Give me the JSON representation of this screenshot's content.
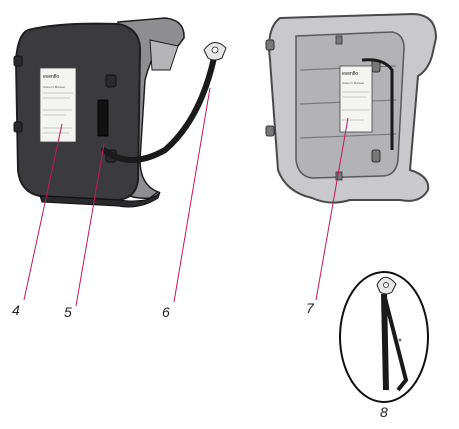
{
  "callouts": [
    {
      "id": "4",
      "text": "4"
    },
    {
      "id": "5",
      "text": "5"
    },
    {
      "id": "6",
      "text": "6"
    },
    {
      "id": "7",
      "text": "7"
    },
    {
      "id": "8",
      "text": "8"
    }
  ],
  "label_card": {
    "brand": "evenflo",
    "heading": "Owner's Manual"
  },
  "colors": {
    "dark_seat": "#3b3b3d",
    "dark_seat_edge": "#1e1e20",
    "gray_seat": "#c9c9cb",
    "gray_seat_edge": "#7a7a7c",
    "leader_line": "#c2185b",
    "strap": "#1a1a1a"
  }
}
